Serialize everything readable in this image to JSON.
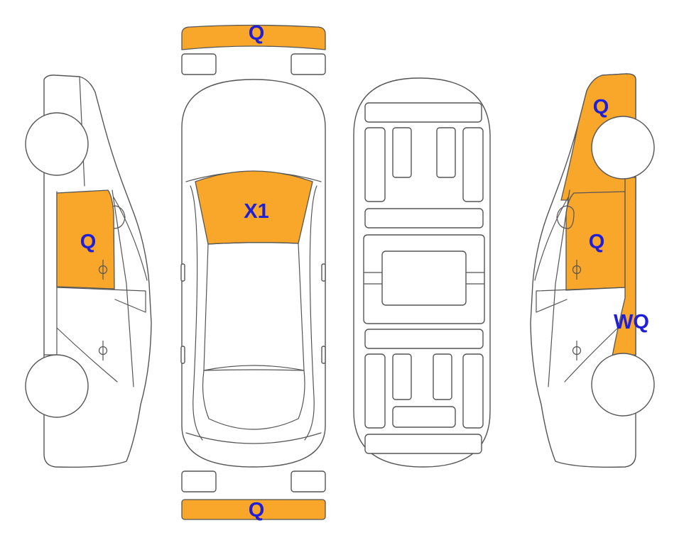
{
  "colors": {
    "highlight": "#F9A72B",
    "label": "#1F1FD6",
    "outline": "#555555"
  },
  "damage_labels": {
    "front_bumper": "Q",
    "windshield": "X1",
    "rear_bumper": "Q",
    "left_rear_door": "Q",
    "right_front_fender": "Q",
    "right_front_door": "Q",
    "right_rear_quarter": "WQ"
  }
}
